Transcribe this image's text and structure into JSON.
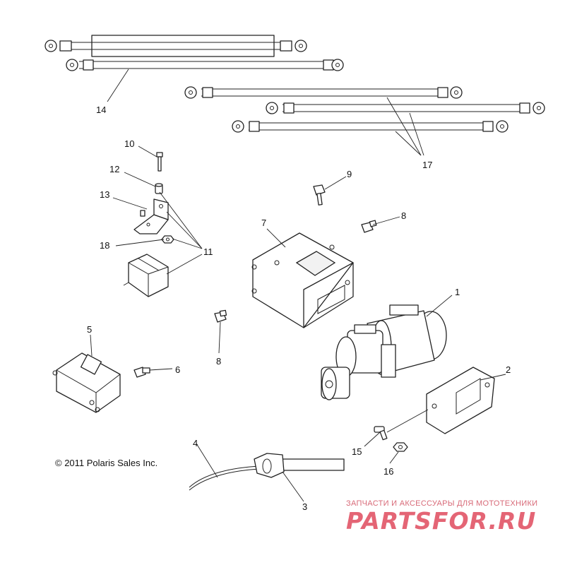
{
  "callouts": {
    "c1": "1",
    "c2": "2",
    "c3": "3",
    "c4": "4",
    "c5": "5",
    "c6": "6",
    "c7": "7",
    "c8a": "8",
    "c8b": "8",
    "c9": "9",
    "c10": "10",
    "c11": "11",
    "c12": "12",
    "c13": "13",
    "c14": "14",
    "c15": "15",
    "c16": "16",
    "c17": "17",
    "c18": "18"
  },
  "copyright": "© 2011 Polaris Sales Inc.",
  "watermark": {
    "tagline": "ЗАПЧАСТИ И АКСЕССУАРЫ ДЛЯ МОТОТЕХНИКИ",
    "brand": "PARTSFOR.RU",
    "color": "#e04b5e"
  }
}
